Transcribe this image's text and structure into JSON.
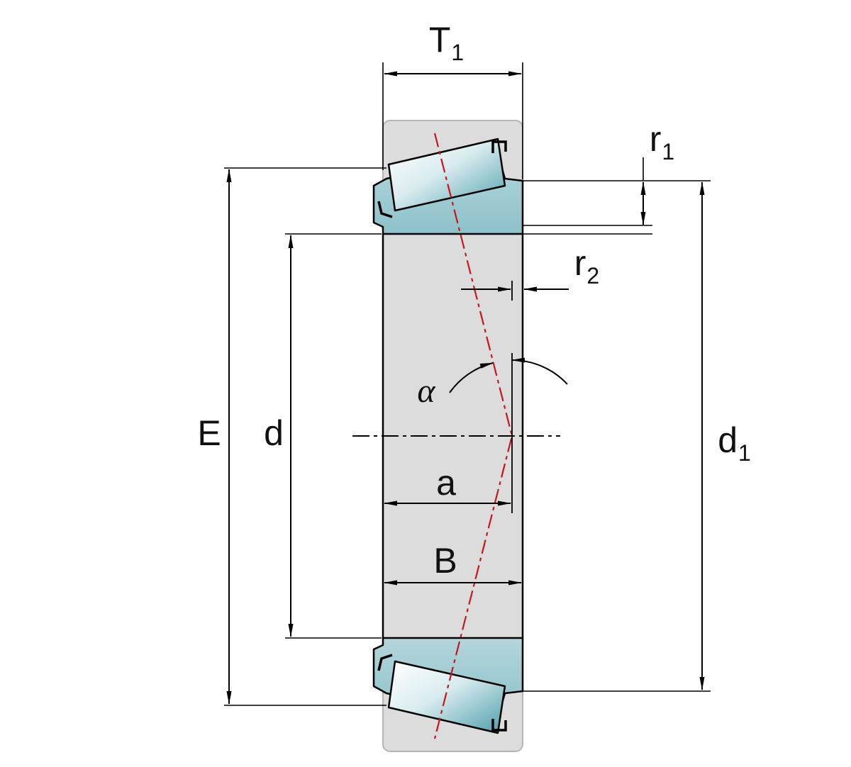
{
  "drawing": {
    "labels": {
      "T1": {
        "base": "T",
        "sub": "1"
      },
      "E": {
        "base": "E",
        "sub": ""
      },
      "d": {
        "base": "d",
        "sub": ""
      },
      "d1": {
        "base": "d",
        "sub": "1"
      },
      "r1": {
        "base": "r",
        "sub": "1"
      },
      "r2": {
        "base": "r",
        "sub": "2"
      },
      "a": {
        "base": "a",
        "sub": ""
      },
      "B": {
        "base": "B",
        "sub": ""
      },
      "alpha": {
        "base": "α",
        "sub": ""
      }
    },
    "colors": {
      "background": "#ffffff",
      "cage_fill": "#dcdcdc",
      "cage_outline": "#b5b5b5",
      "ring_teal": "#9cc9d1",
      "roller_teal": "#4d9dab",
      "axis_red": "#c8151b",
      "dimension_black": "#000000"
    }
  }
}
